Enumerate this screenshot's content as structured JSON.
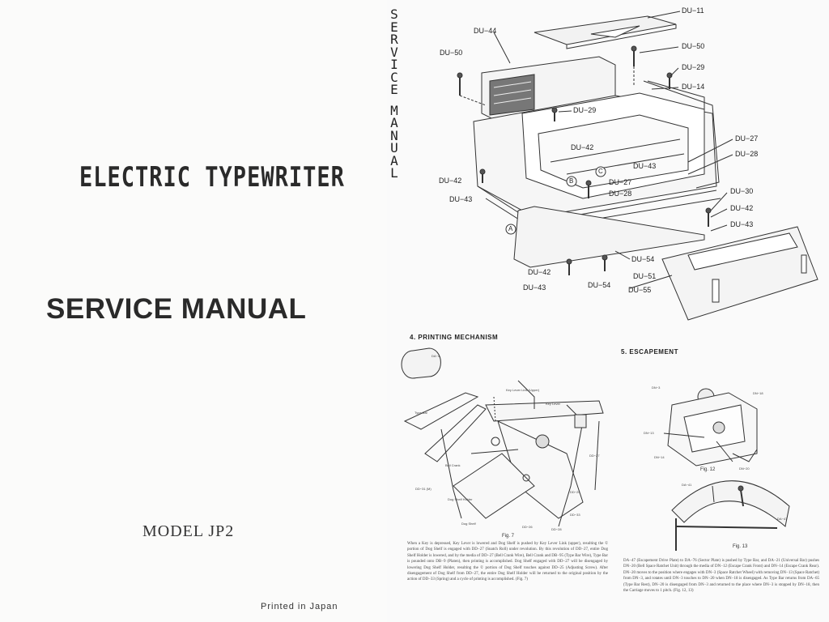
{
  "left_page": {
    "title": "ELECTRIC TYPEWRITER",
    "heading": "SERVICE MANUAL",
    "model": "MODEL JP2",
    "printed": "Printed in Japan"
  },
  "right_page": {
    "vertical_title": [
      "S",
      "E",
      "R",
      "V",
      "I",
      "C",
      "E",
      "",
      "M",
      "A",
      "N",
      "U",
      "A",
      "L"
    ],
    "exploded_labels": {
      "du11": "DU−11",
      "du44": "DU−44",
      "du50a": "DU−50",
      "du50b": "DU−50",
      "du29a": "DU−29",
      "du14": "DU−14",
      "du29b": "DU−29",
      "du42a": "DU−42",
      "du27a": "DU−27",
      "du28a": "DU−28",
      "du43a": "DU−43",
      "du42b": "DU−42",
      "du43b": "DU−43",
      "du27b": "DU−27",
      "du28b": "DU−28",
      "du30": "DU−30",
      "du42c": "DU−42",
      "du43c": "DU−43",
      "du54a": "DU−54",
      "du42d": "DU−42",
      "du43d": "DU−43",
      "du54b": "DU−54",
      "du51": "DU−51",
      "du55": "DU−55",
      "mark_a": "A",
      "mark_b": "B",
      "mark_c": "C"
    },
    "section4": {
      "heading": "4.  PRINTING MECHANISM",
      "fig_label": "Fig. 7",
      "callouts": [
        "DA−4",
        "Key Lever Link (Upper)",
        "Type Bar",
        "Key Lever",
        "Bell Crank",
        "DD−27",
        "DD−31 (M)",
        "Dog Shelf Holder",
        "DD−25",
        "Dog Shelf",
        "DD−26",
        "DD−28",
        "DD−33"
      ],
      "caption": "When a Key is depressed, Key Lever is lowered and Dog Shelf is pushed by Key Lever Link (upper), resulting the © portion of Dog Shelf is engaged with DD−27 (Snatch Roll) under revolution. By this revolution of DD−27, entire Dog Shelf Holder is lowered, and by the media of DD−27 (Bell Crank Wire), Bell Crank and DB−95 (Type Bar Wire), Type Bar is pounded onto DB−9 (Platen), then printing is accomplished. Dog Shelf engaged with DD−27 will be disengaged by lowering Dog Shelf Holder, resulting the © portion of Dog Shelf touches against DD−25 (Adjusting Screw). After disengagement of Dog Shelf from DD−27, the entire Dog Shelf Holder will be returned to the original position by the action of DD−33 (Spring) and a cycle of printing is accomplished. (Fig. 7)"
    },
    "section5": {
      "heading": "5.  ESCAPEMENT",
      "fig12_label": "Fig. 12",
      "fig13_label": "Fig. 13",
      "callouts": [
        "DN−3",
        "DN−18",
        "DN−13",
        "DN−14",
        "DN−20",
        "DA−41",
        "DA−47"
      ],
      "caption": "DA−47 (Escapement Drive Plate) to DA−76 (Sector Plate) is pushed by Type Bar, and DA−21 (Universal Bar) pushes DN−20 (Bell Space Ratchet Unit) through the media of DN−12 (Escape Crank Front) and DN−14 (Escape Crank Rear). DN−20 moves to the position where engages with DN−3 (Space Ratchet Wheel) with removing DN−13 (Space Ratchet) from DN−3, and rotates until DN−3 touches to DN−20 when DN−18 is disengaged. As Type Bar returns from DA−65 (Type Bar Rest), DN−20 is disengaged from DN−3 and returned to the place where DN−3 is stopped by DN−18, then the Carriage moves to 1 pitch. (Fig. 12, 13)"
    }
  }
}
